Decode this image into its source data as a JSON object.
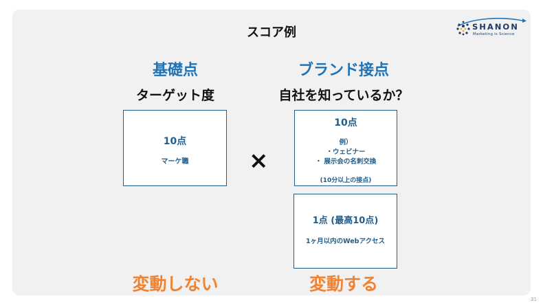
{
  "header": {
    "title": "スコア例"
  },
  "logo": {
    "name": "SHANON",
    "tagline": "Marketing is Science"
  },
  "left": {
    "heading": "基礎点",
    "subheading": "ターゲット度",
    "box": {
      "points": "10点",
      "detail": "マーケ職"
    },
    "footer": "変動しない"
  },
  "operator": "×",
  "right": {
    "heading": "ブランド接点",
    "subheading": "自社を知っているか？",
    "box1": {
      "points": "10点",
      "example_label": "例）",
      "items": [
        "・ウェビナー",
        "・ 展示会の名刺交換"
      ],
      "note": "(10分以上の接点)"
    },
    "box2": {
      "points": "1点 (最高10点)",
      "detail": "1ヶ月以内のWebアクセス"
    },
    "footer": "変動する"
  },
  "page_number": "31"
}
